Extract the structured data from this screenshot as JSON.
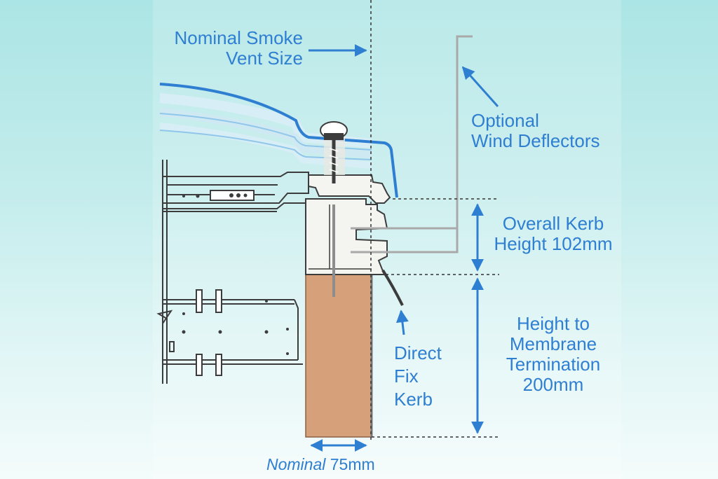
{
  "labels": {
    "nominal_vent": [
      "Nominal Smoke",
      "Vent Size"
    ],
    "wind_deflectors": [
      "Optional",
      "Wind Deflectors"
    ],
    "kerb_height": [
      "Overall Kerb",
      "Height 102mm"
    ],
    "membrane_height": [
      "Height to",
      "Membrane",
      "Termination",
      "200mm"
    ],
    "direct_fix": [
      "Direct",
      "Fix",
      "Kerb"
    ],
    "nominal_width": {
      "emphasis": "Nominal",
      "value": " 75mm"
    }
  },
  "colors": {
    "accent_blue": "#2e7fd1",
    "timber": "#d6a07a",
    "kerb_white": "#f4f4f0",
    "steel_grey": "#7f878b"
  }
}
